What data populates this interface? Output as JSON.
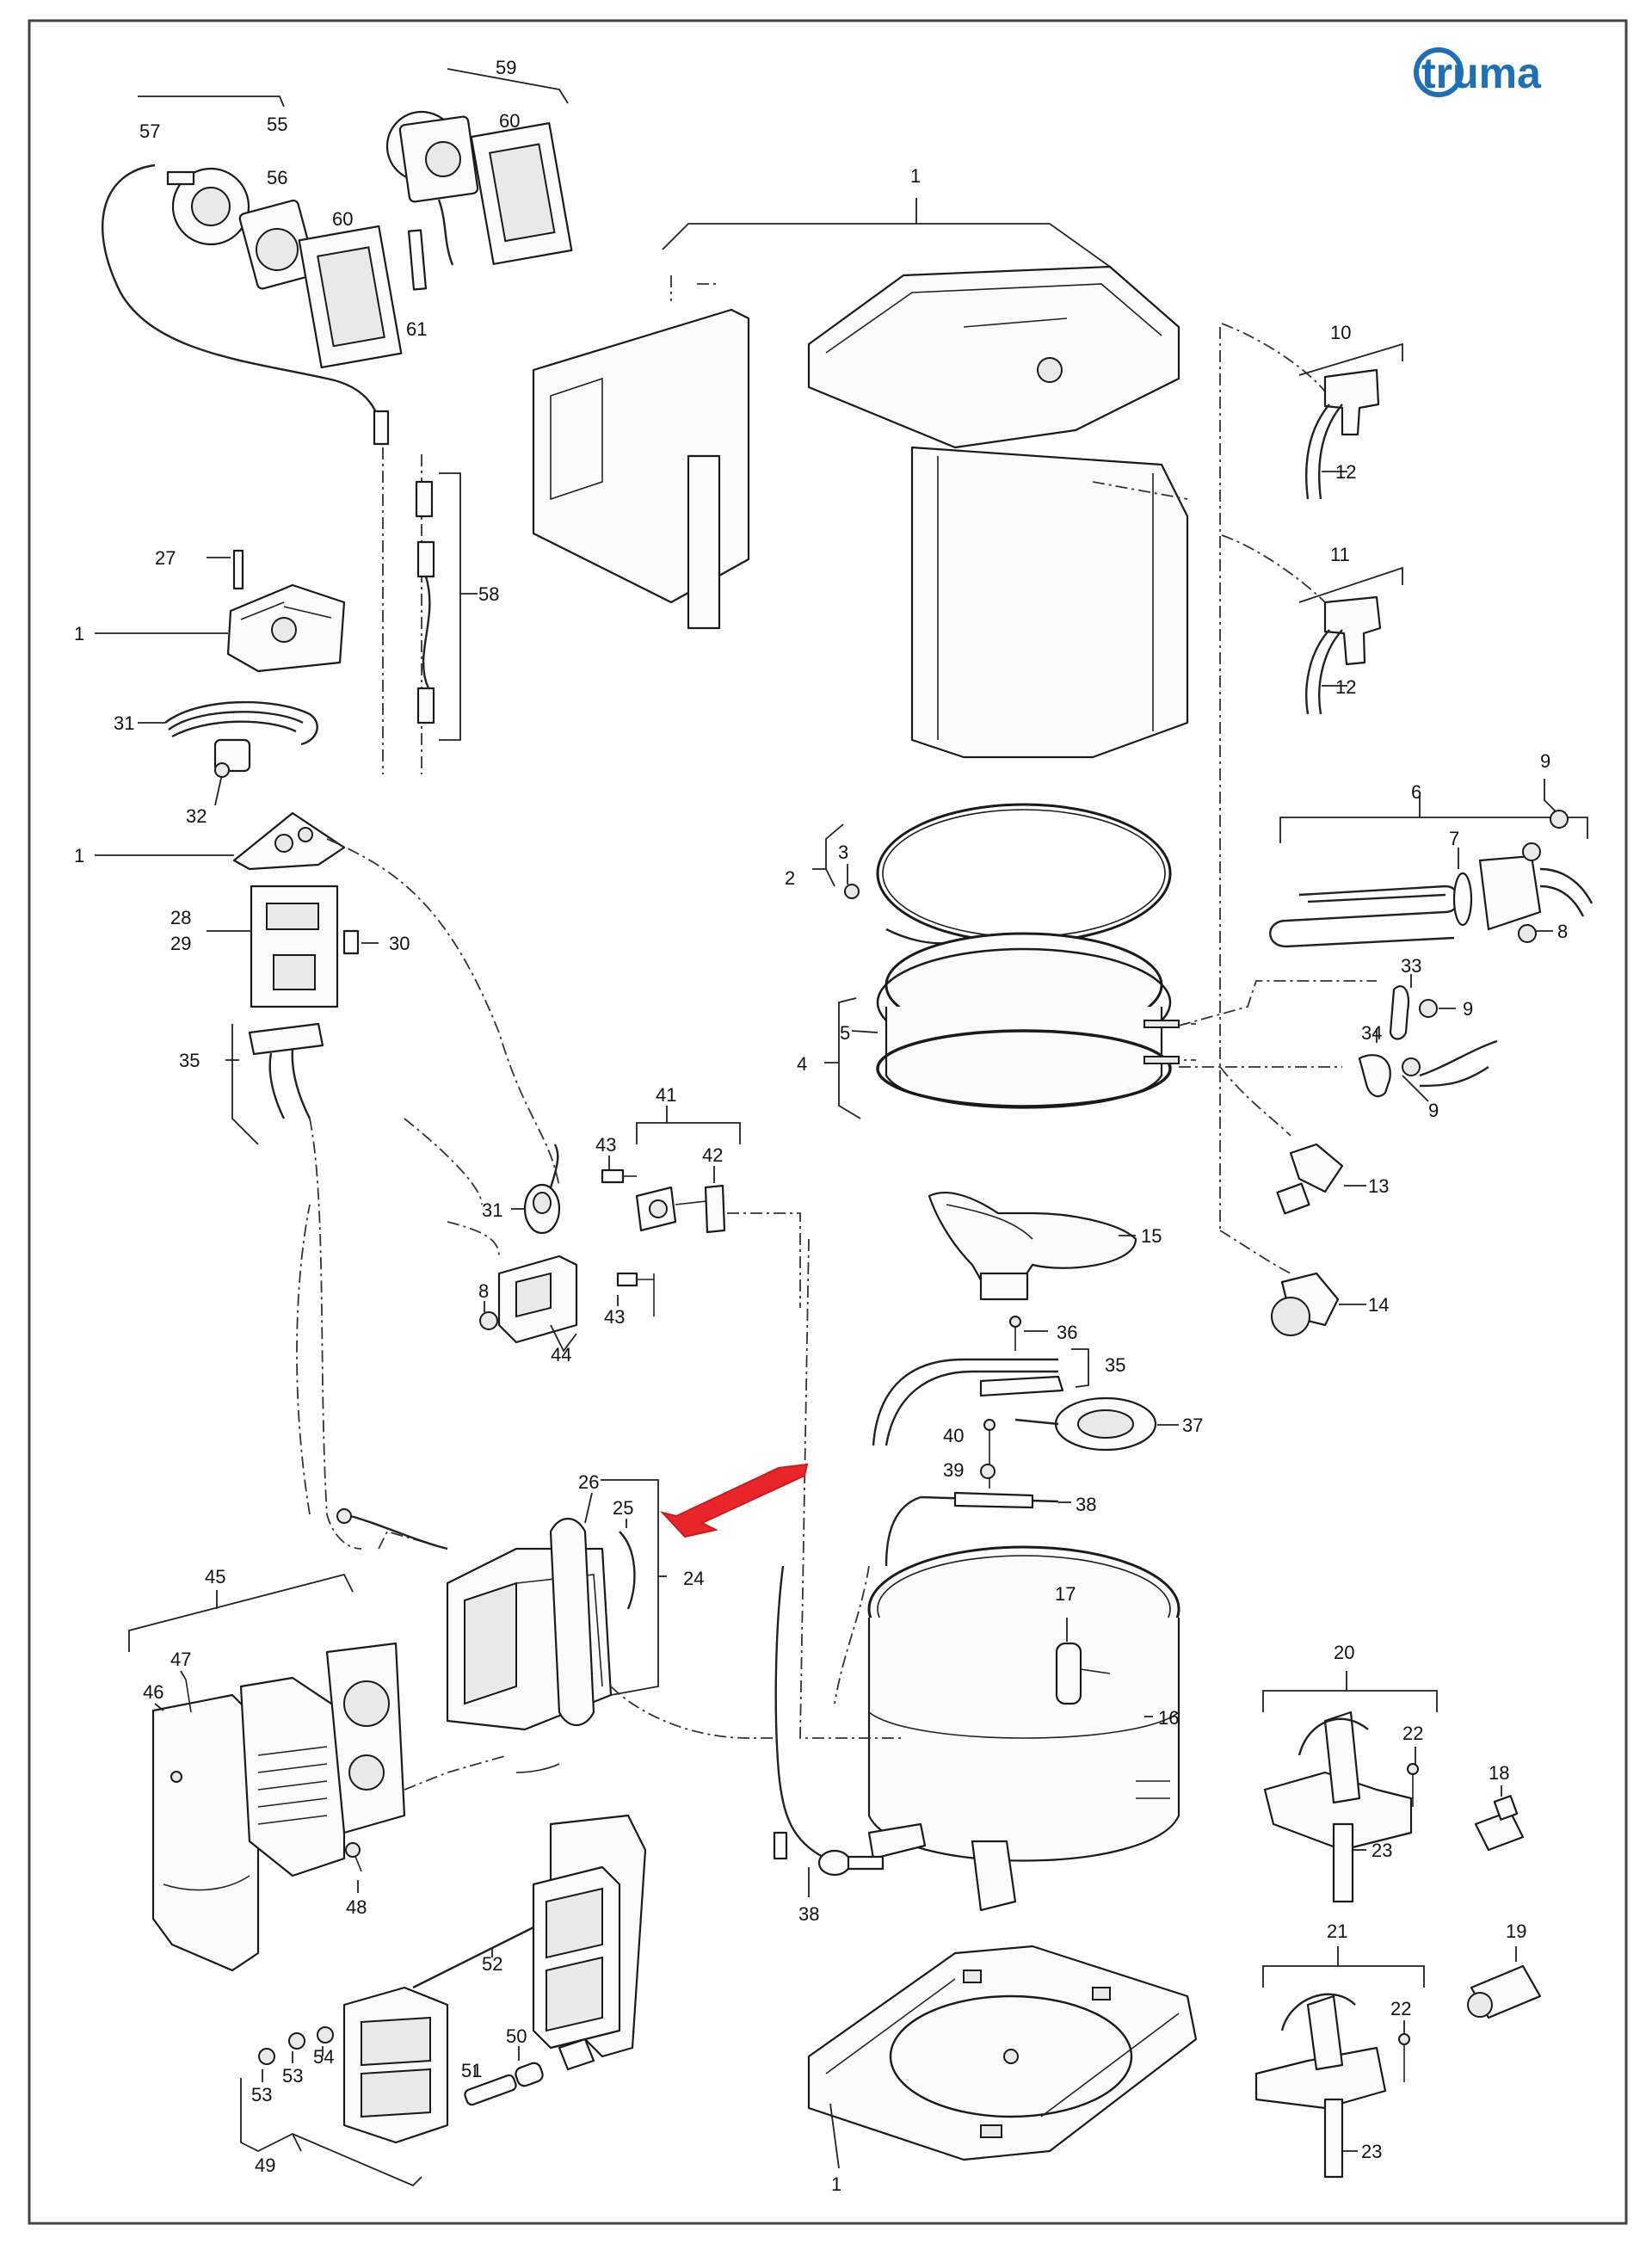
{
  "brand": {
    "name": "truma",
    "color": "#1f6fb2"
  },
  "arrow_color": "#e8262a",
  "labels": [
    {
      "id": "l59",
      "text": "59"
    },
    {
      "id": "l57",
      "text": "57"
    },
    {
      "id": "l55",
      "text": "55"
    },
    {
      "id": "l56",
      "text": "56"
    },
    {
      "id": "l60a",
      "text": "60"
    },
    {
      "id": "l60b",
      "text": "60"
    },
    {
      "id": "l61",
      "text": "61"
    },
    {
      "id": "l1top",
      "text": "1"
    },
    {
      "id": "l10",
      "text": "10"
    },
    {
      "id": "l12a",
      "text": "12"
    },
    {
      "id": "l11",
      "text": "11"
    },
    {
      "id": "l12b",
      "text": "12"
    },
    {
      "id": "l27",
      "text": "27"
    },
    {
      "id": "l1a",
      "text": "1"
    },
    {
      "id": "l58",
      "text": "58"
    },
    {
      "id": "l31a",
      "text": "31"
    },
    {
      "id": "l32",
      "text": "32"
    },
    {
      "id": "l1b",
      "text": "1"
    },
    {
      "id": "l28",
      "text": "28"
    },
    {
      "id": "l29",
      "text": "29"
    },
    {
      "id": "l30",
      "text": "30"
    },
    {
      "id": "l35a",
      "text": "35"
    },
    {
      "id": "l9a",
      "text": "9"
    },
    {
      "id": "l6",
      "text": "6"
    },
    {
      "id": "l7",
      "text": "7"
    },
    {
      "id": "l8a",
      "text": "8"
    },
    {
      "id": "l2",
      "text": "2"
    },
    {
      "id": "l3",
      "text": "3"
    },
    {
      "id": "l5",
      "text": "5"
    },
    {
      "id": "l4",
      "text": "4"
    },
    {
      "id": "l33",
      "text": "33"
    },
    {
      "id": "l9b",
      "text": "9"
    },
    {
      "id": "l34",
      "text": "34"
    },
    {
      "id": "l9c",
      "text": "9"
    },
    {
      "id": "l13",
      "text": "13"
    },
    {
      "id": "l14",
      "text": "14"
    },
    {
      "id": "l41",
      "text": "41"
    },
    {
      "id": "l43a",
      "text": "43"
    },
    {
      "id": "l42",
      "text": "42"
    },
    {
      "id": "l31b",
      "text": "31"
    },
    {
      "id": "l8b",
      "text": "8"
    },
    {
      "id": "l43b",
      "text": "43"
    },
    {
      "id": "l44",
      "text": "44"
    },
    {
      "id": "l15",
      "text": "15"
    },
    {
      "id": "l36",
      "text": "36"
    },
    {
      "id": "l35b",
      "text": "35"
    },
    {
      "id": "l37",
      "text": "37"
    },
    {
      "id": "l40",
      "text": "40"
    },
    {
      "id": "l39",
      "text": "39"
    },
    {
      "id": "l38a",
      "text": "38"
    },
    {
      "id": "l26",
      "text": "26"
    },
    {
      "id": "l25",
      "text": "25"
    },
    {
      "id": "l24",
      "text": "24"
    },
    {
      "id": "l45",
      "text": "45"
    },
    {
      "id": "l47",
      "text": "47"
    },
    {
      "id": "l46",
      "text": "46"
    },
    {
      "id": "l48",
      "text": "48"
    },
    {
      "id": "l17",
      "text": "17"
    },
    {
      "id": "l16",
      "text": "16"
    },
    {
      "id": "l20",
      "text": "20"
    },
    {
      "id": "l22a",
      "text": "22"
    },
    {
      "id": "l18",
      "text": "18"
    },
    {
      "id": "l23a",
      "text": "23"
    },
    {
      "id": "l38b",
      "text": "38"
    },
    {
      "id": "l52",
      "text": "52"
    },
    {
      "id": "l54",
      "text": "54"
    },
    {
      "id": "l53a",
      "text": "53"
    },
    {
      "id": "l53b",
      "text": "53"
    },
    {
      "id": "l51",
      "text": "51"
    },
    {
      "id": "l50",
      "text": "50"
    },
    {
      "id": "l49",
      "text": "49"
    },
    {
      "id": "l21",
      "text": "21"
    },
    {
      "id": "l19",
      "text": "19"
    },
    {
      "id": "l22b",
      "text": "22"
    },
    {
      "id": "l23b",
      "text": "23"
    },
    {
      "id": "l1bottom",
      "text": "1"
    }
  ]
}
